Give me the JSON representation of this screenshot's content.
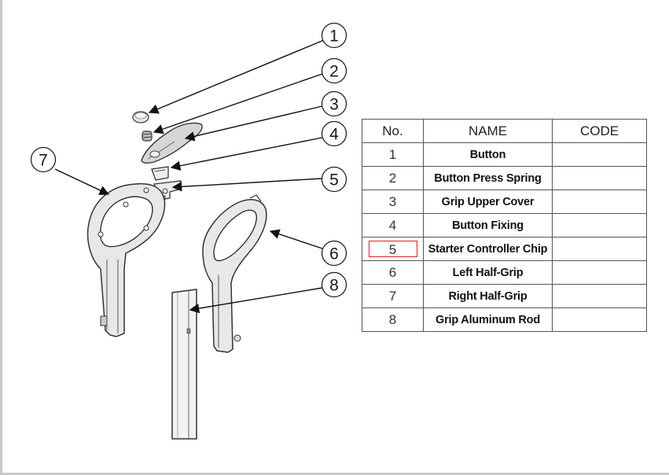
{
  "callouts": [
    "1",
    "2",
    "3",
    "4",
    "5",
    "6",
    "7",
    "8"
  ],
  "table": {
    "headers": [
      "No.",
      "NAME",
      "CODE"
    ],
    "rows": [
      {
        "no": "1",
        "name": "Button",
        "code": ""
      },
      {
        "no": "2",
        "name": "Button Press Spring",
        "code": ""
      },
      {
        "no": "3",
        "name": "Grip Upper Cover",
        "code": ""
      },
      {
        "no": "4",
        "name": "Button Fixing",
        "code": ""
      },
      {
        "no": "5",
        "name": "Starter Controller Chip",
        "code": ""
      },
      {
        "no": "6",
        "name": "Left Half-Grip",
        "code": ""
      },
      {
        "no": "7",
        "name": "Right Half-Grip",
        "code": ""
      },
      {
        "no": "8",
        "name": "Grip Aluminum Rod",
        "code": ""
      }
    ]
  },
  "highlight": {
    "row": "5",
    "color": "#e02020"
  }
}
